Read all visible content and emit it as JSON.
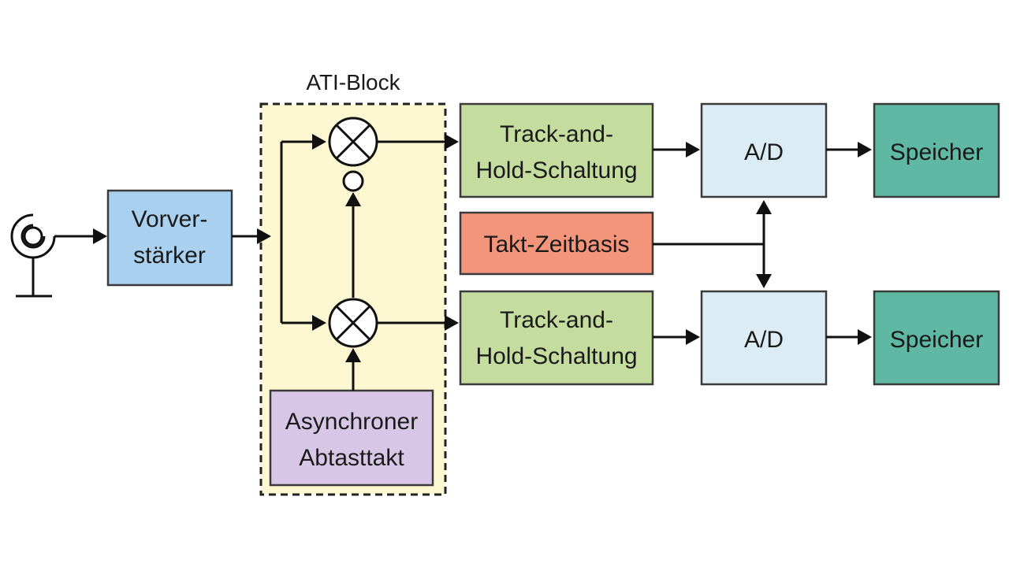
{
  "ati_block": {
    "title": "ATI-Block",
    "fill": "#fdf8d2"
  },
  "blocks": {
    "vorverstaerker": {
      "line1": "Vorver-",
      "line2": "stärker",
      "fill": "#a9d1ef"
    },
    "abtasttakt": {
      "line1": "Asynchroner",
      "line2": "Abtasttakt",
      "fill": "#d8c6e6"
    },
    "track_hold_top": {
      "line1": "Track-and-",
      "line2": "Hold-Schaltung",
      "fill": "#c5dc9f"
    },
    "track_hold_bottom": {
      "line1": "Track-and-",
      "line2": "Hold-Schaltung",
      "fill": "#c5dc9f"
    },
    "takt_zeitbasis": {
      "label": "Takt-Zeitbasis",
      "fill": "#f3957a"
    },
    "ad_top": {
      "label": "A/D",
      "fill": "#dcecf5"
    },
    "ad_bottom": {
      "label": "A/D",
      "fill": "#dcecf5"
    },
    "speicher_top": {
      "label": "Speicher",
      "fill": "#5fb8a3"
    },
    "speicher_bottom": {
      "label": "Speicher",
      "fill": "#5fb8a3"
    }
  },
  "icons": {
    "antenna": "antenna-icon",
    "mixer": "mixer-icon",
    "inverter": "inverter-circle-icon"
  }
}
